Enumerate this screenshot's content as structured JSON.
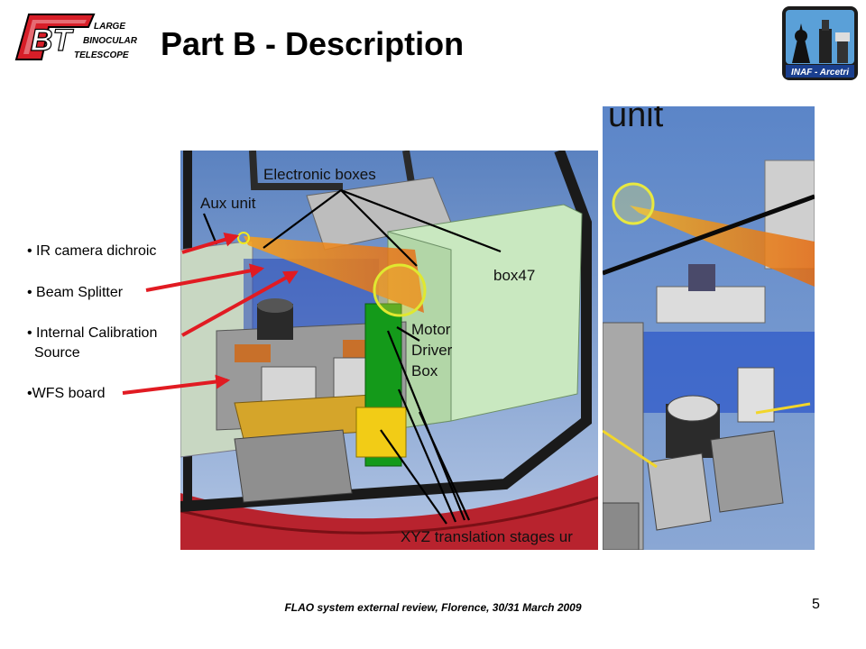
{
  "header": {
    "title": "Part B - Description",
    "logo_left": {
      "lines": [
        "LARGE",
        "BINOCULAR",
        "TELESCOPE"
      ],
      "initials": "BT",
      "icon": "lbt-logo-icon"
    },
    "logo_right": {
      "caption": "INAF - Arcetri",
      "icon": "inaf-arcetri-logo-icon"
    }
  },
  "bullets": [
    {
      "text": "• IR camera dichroic"
    },
    {
      "text": "• Beam Splitter"
    },
    {
      "text": "• Internal Calibration"
    },
    {
      "text": "Source"
    },
    {
      "text": "•WFS board"
    }
  ],
  "image_labels": {
    "electronic_boxes": "Electronic boxes",
    "aux_unit": "Aux unit",
    "box47": "box47",
    "motor_driver_box": [
      "Motor",
      "Driver",
      "Box"
    ],
    "xyz_stages": "XYZ translation stages ur",
    "zoom_title": "unit"
  },
  "footer": {
    "text": "FLAO system external review, Florence, 30/31 March 2009",
    "page_number": "5"
  },
  "colors": {
    "arrow": "#e11b22",
    "title": "#000000",
    "image_bg": "#6e8fc4"
  }
}
